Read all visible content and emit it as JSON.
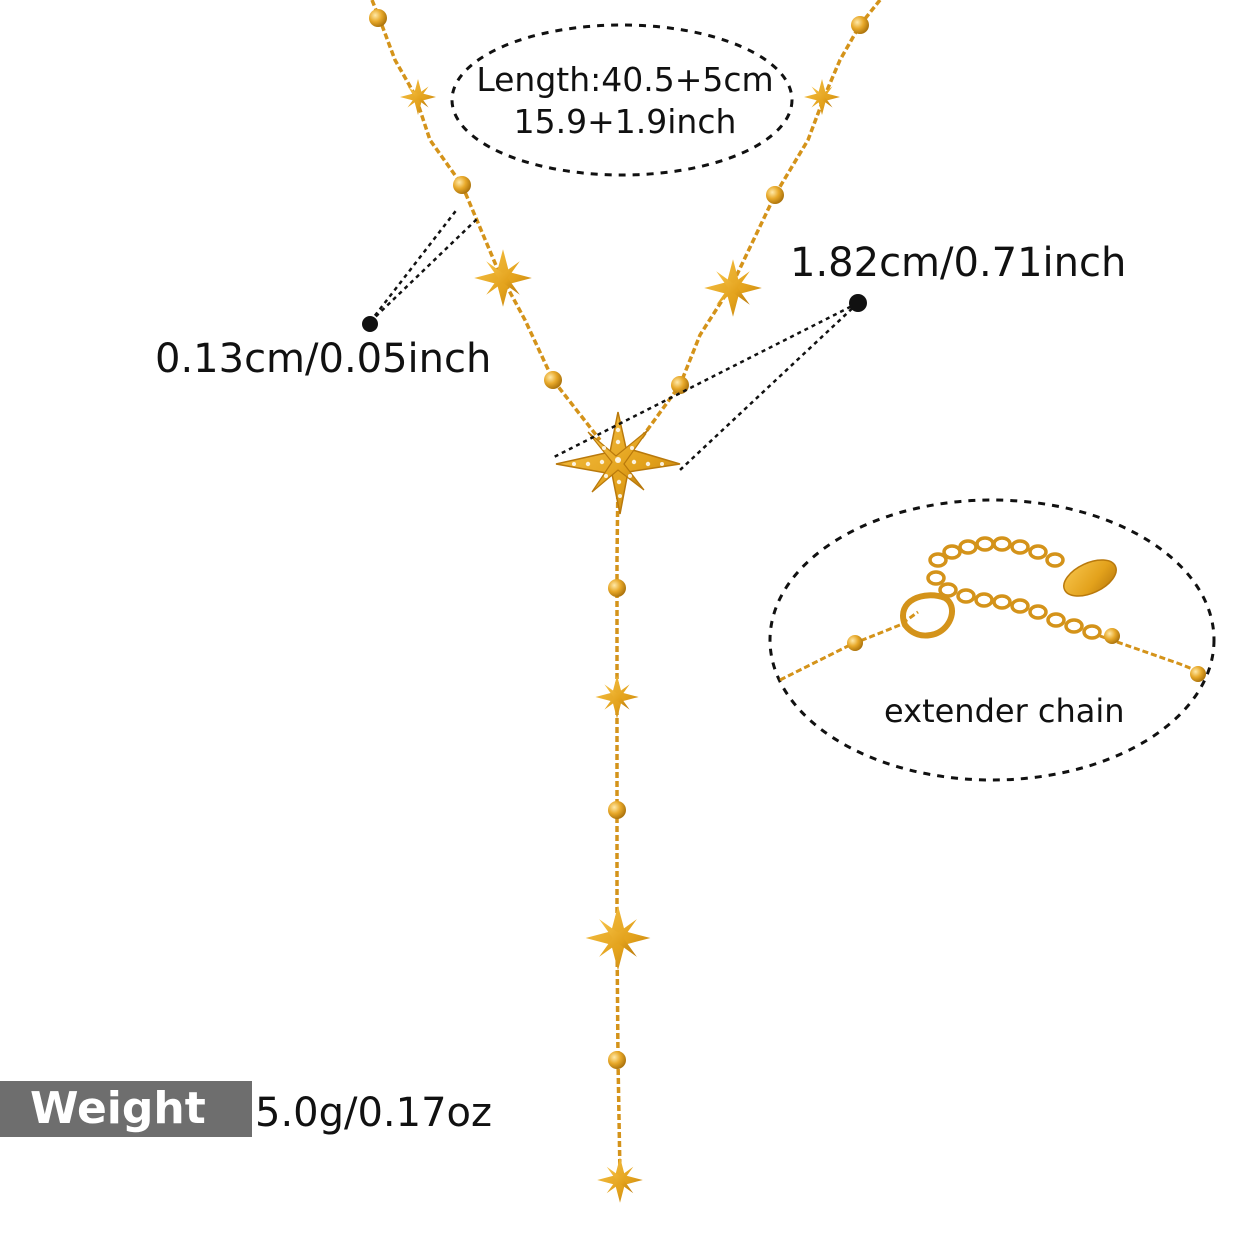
{
  "labels": {
    "length_cm": "Length:40.5+5cm",
    "length_inch": "15.9+1.9inch",
    "bead_size": "0.13cm/0.05inch",
    "star_size": "1.82cm/0.71inch",
    "extender": "extender chain",
    "weight_tag": "Weight",
    "weight_value": "5.0g/0.17oz"
  },
  "colors": {
    "gold": "#e3a21c",
    "gold_dark": "#b9790c",
    "ink": "#111111",
    "tag_gray": "#6e6e6e"
  }
}
